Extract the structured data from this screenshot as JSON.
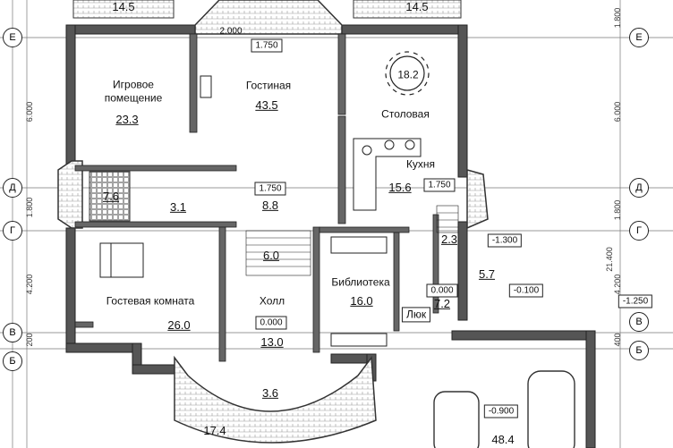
{
  "rooms": {
    "top_left_area": "14.5",
    "top_right_area": "14.5",
    "playroom_name_1": "Игровое",
    "playroom_name_2": "помещение",
    "playroom_area": "23.3",
    "living_name": "Гостиная",
    "living_area": "43.5",
    "dining_table_area": "18.2",
    "dining_name": "Столовая",
    "kitchen_name": "Кухня",
    "kitchen_area": "15.6",
    "bath_area": "7.6",
    "wc_area": "3.1",
    "corridor_area": "8.8",
    "stair_area": "6.0",
    "guest_name": "Гостевая комната",
    "guest_area": "26.0",
    "hall_name": "Холл",
    "hall_level": "0.000",
    "hall_area": "13.0",
    "library_name": "Библиотека",
    "library_area": "16.0",
    "small_room_area": "2.3",
    "utility_area": "5.7",
    "side_level": "0.000",
    "side_area": "7.2",
    "hatch_label": "Люк",
    "vestibule_area": "3.6",
    "terrace_area": "17.4",
    "garage_area": "48.4"
  },
  "dimensions": {
    "top_dim_1": "2.000",
    "top_dim_2": "1.750",
    "mid_dim_1": "1.750",
    "mid_dim_2": "1.750",
    "level_1": "-1.300",
    "level_2": "-0.100",
    "level_3": "-1.250",
    "level_4": "-0.900",
    "right_1": "1.800",
    "right_2": "6.000",
    "right_3": "1.800",
    "right_4": "21.400",
    "right_5": "4.200",
    "right_6": "400",
    "left_1": "6.000",
    "left_2": "1.800",
    "left_3": "4.200",
    "left_4": "200"
  },
  "axes": {
    "E": "Е",
    "D": "Д",
    "G": "Г",
    "V": "В",
    "B": "Б"
  }
}
